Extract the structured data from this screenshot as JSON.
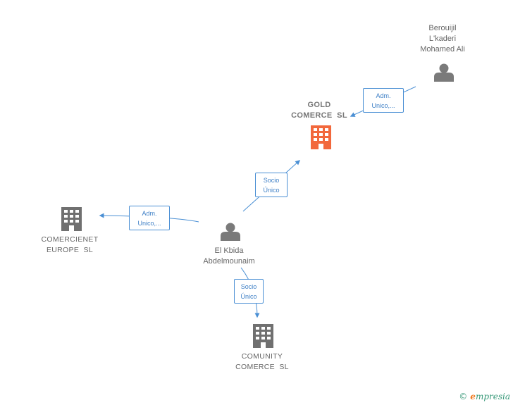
{
  "colors": {
    "edge": "#4a8fd4",
    "person_icon": "#7a7a7a",
    "company_icon": "#707070",
    "focus_company_icon": "#f2683c"
  },
  "nodes": {
    "berouijil": {
      "label": "Berouijil\nL'kaderi\nMohamed Ali",
      "icon": "person-icon"
    },
    "gold": {
      "label": "GOLD\nCOMERCE  SL",
      "icon": "building-icon"
    },
    "comercienet": {
      "label": "COMERCIENET\nEUROPE  SL",
      "icon": "building-icon"
    },
    "elkbida": {
      "label": "El Kbida\nAbdelmounaim",
      "icon": "person-icon"
    },
    "comunity": {
      "label": "COMUNITY\nCOMERCE  SL",
      "icon": "building-icon"
    }
  },
  "edges": {
    "berouijil_gold": {
      "label": "Adm.\nUnico,..."
    },
    "elkbida_gold": {
      "label": "Socio\nÚnico"
    },
    "elkbida_comercienet": {
      "label": "Adm.\nUnico,..."
    },
    "elkbida_comunity": {
      "label": "Socio\nÚnico"
    }
  },
  "footer": {
    "copyright_symbol": "©",
    "brand_initial": "e",
    "brand_rest": "mpresia"
  }
}
